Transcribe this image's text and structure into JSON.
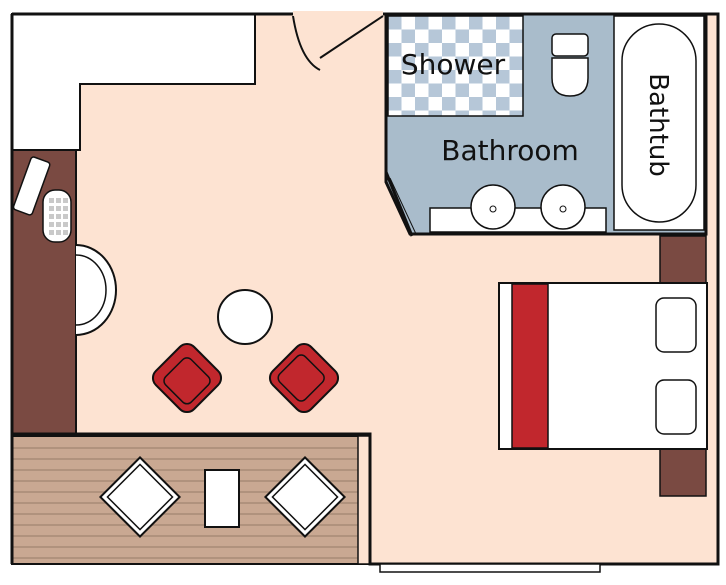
{
  "labels": {
    "shower": "Shower",
    "bathroom": "Bathroom",
    "bathtub": "Bathtub"
  },
  "colors": {
    "floor": "#fde3d2",
    "wall": "#111111",
    "cabinet": "#7a4a42",
    "bathroom_floor": "#a9bccb",
    "balcony_deck": "#c9a892",
    "deck_line": "#a88a76",
    "bedspread_accent": "#c1272d",
    "chair": "#c1272d",
    "shower_tile": "#b6c7d8",
    "fixture": "#ffffff"
  }
}
